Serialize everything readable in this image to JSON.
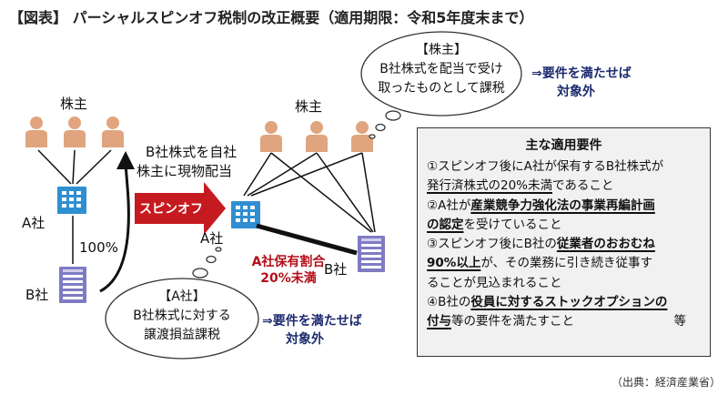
{
  "title": "【図表】 パーシャルスピンオフ税制の改正概要（適用期限：令和5年度末まで）",
  "left": {
    "shareholders_label": "株主",
    "dividend_label_1": "B社株式を自社",
    "dividend_label_2": "株主に現物配当",
    "company_a": "A社",
    "company_b": "B社",
    "ownership": "100%"
  },
  "spinoff_arrow": "スピンオフ",
  "right": {
    "shareholders_label": "株主",
    "company_a": "A社",
    "company_b": "B社",
    "holding_1": "A社保有割合",
    "holding_2": "20%未満"
  },
  "bubble_shareholder": {
    "heading": "【株主】",
    "line1": "B社株式を配当で受け",
    "line2": "取ったものとして課税"
  },
  "shareholder_note": {
    "line1": "⇒要件を満たせば",
    "line2": "対象外"
  },
  "bubble_company_a": {
    "heading": "【A社】",
    "line1": "B社株式に対する",
    "line2": "譲渡損益課税"
  },
  "company_a_note": {
    "line1": "⇒要件を満たせば",
    "line2": "対象外"
  },
  "requirements": {
    "title": "主な適用要件",
    "r1a_pre": "①スピンオフ後にA社が保有するB社株式が",
    "r1b_u": "発行済株式の20%未満",
    "r1b_post": "であること",
    "r2a_pre": "②A社が",
    "r2a_u": "産業競争力強化法の事業再編計画",
    "r2b_u": "の認定",
    "r2b_post": "を受けていること",
    "r3a_pre": "③スピンオフ後にB社の",
    "r3a_u": "従業者のおおむね",
    "r3b_u": "90%以上",
    "r3b_post": "が、その業務に引き続き従事す",
    "r3c": "ることが見込まれること",
    "r4a_pre": "④B社の",
    "r4a_u": "役員に対するストックオプションの",
    "r4b_u": "付与",
    "r4b_post": "等の要件を満たすこと",
    "r4b_end": "等"
  },
  "source": "（出典：経済産業省）",
  "colors": {
    "person": "#e0a57e",
    "building_a": "#2f8fd1",
    "building_b": "#7f7bc3",
    "arrow_red": "#c51a1f",
    "navy": "#1c2a6e",
    "requirements_bg": "#f1f1f1"
  }
}
